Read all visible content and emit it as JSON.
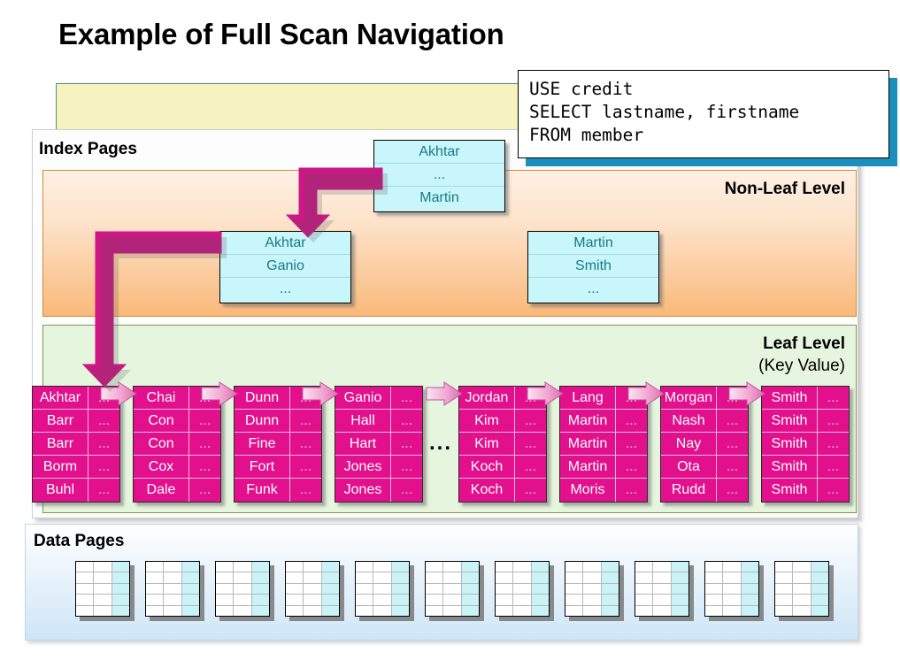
{
  "title": "Example of Full Scan Navigation",
  "sql_callout": {
    "name": "sql-query-callout",
    "lines": [
      "USE credit",
      "SELECT lastname, firstname",
      "FROM member"
    ],
    "text": "USE credit\nSELECT lastname, firstname\nFROM member"
  },
  "panels": {
    "index_pages_label": "Index Pages",
    "data_pages_label": "Data Pages"
  },
  "levels": {
    "non_leaf": "Non-Leaf\nLevel",
    "leaf_line1": "Leaf Level",
    "leaf_line2": "(Key Value)"
  },
  "index_nodes": {
    "root": {
      "name": "root-index-node",
      "rows": [
        "Akhtar",
        "...",
        "Martin"
      ]
    },
    "left": {
      "name": "non-leaf-node-left",
      "rows": [
        "Akhtar",
        "Ganio",
        "..."
      ]
    },
    "right": {
      "name": "non-leaf-node-right",
      "rows": [
        "Martin",
        "Smith",
        "..."
      ]
    }
  },
  "leaf_pages": [
    {
      "keys": [
        "Akhtar",
        "Barr",
        "Barr",
        "Borm",
        "Buhl"
      ],
      "values": [
        "...",
        "...",
        "...",
        "...",
        "..."
      ]
    },
    {
      "keys": [
        "Chai",
        "Con",
        "Con",
        "Cox",
        "Dale"
      ],
      "values": [
        "...",
        "...",
        "...",
        "...",
        "..."
      ]
    },
    {
      "keys": [
        "Dunn",
        "Dunn",
        "Fine",
        "Fort",
        "Funk"
      ],
      "values": [
        "...",
        "...",
        "...",
        "...",
        "..."
      ]
    },
    {
      "keys": [
        "Ganio",
        "Hall",
        "Hart",
        "Jones",
        "Jones"
      ],
      "values": [
        "...",
        "...",
        "...",
        "...",
        "..."
      ]
    },
    {
      "keys": [
        "Jordan",
        "Kim",
        "Kim",
        "Koch",
        "Koch"
      ],
      "values": [
        "...",
        "...",
        "...",
        "...",
        "..."
      ]
    },
    {
      "keys": [
        "Lang",
        "Martin",
        "Martin",
        "Martin",
        "Moris"
      ],
      "values": [
        "...",
        "...",
        "...",
        "...",
        "..."
      ]
    },
    {
      "keys": [
        "Morgan",
        "Nash",
        "Nay",
        "Ota",
        "Rudd"
      ],
      "values": [
        "...",
        "...",
        "...",
        "...",
        "..."
      ]
    },
    {
      "keys": [
        "Smith",
        "Smith",
        "Smith",
        "Smith",
        "Smith"
      ],
      "values": [
        "...",
        "...",
        "...",
        "...",
        "..."
      ]
    }
  ],
  "leaf_gap_ellipsis": "...",
  "data_pages": {
    "count": 11,
    "columns": 3,
    "rows": 5,
    "highlight_column_index": 2
  },
  "colors": {
    "title_text": "#000000",
    "index_node_fill": "#c8f6fb",
    "index_node_text": "#177a84",
    "leaf_page_fill": "#e2108c",
    "leaf_page_text": "#ffffff",
    "non_leaf_band": "#f9b97a",
    "leaf_band": "#e6f5de",
    "yellow_band": "#f7f3c0",
    "sql_shadow": "#1c90bd",
    "nav_arrow": "#cc1785",
    "leaf_arrow": "#f0a6cf",
    "data_panel": "#cfe6f7",
    "data_page_highlight": "#c9f3f7"
  }
}
